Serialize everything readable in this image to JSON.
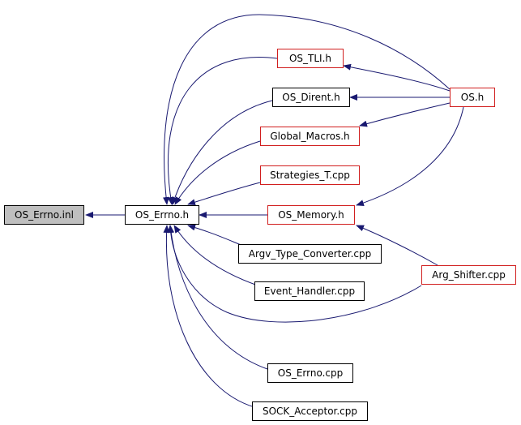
{
  "graph": {
    "edge_color": "#191970",
    "link_border_color": "#d11f1f",
    "current_fill": "#bfbfbf",
    "nodes": {
      "os_errno_inl": "OS_Errno.inl",
      "os_errno_h": "OS_Errno.h",
      "os_tli_h": "OS_TLI.h",
      "os_dirent_h": "OS_Dirent.h",
      "global_macros_h": "Global_Macros.h",
      "strategies_t_cpp": "Strategies_T.cpp",
      "os_memory_h": "OS_Memory.h",
      "argv_type_converter_cpp": "Argv_Type_Converter.cpp",
      "event_handler_cpp": "Event_Handler.cpp",
      "os_errno_cpp": "OS_Errno.cpp",
      "sock_acceptor_cpp": "SOCK_Acceptor.cpp",
      "os_h": "OS.h",
      "arg_shifter_cpp": "Arg_Shifter.cpp"
    }
  }
}
